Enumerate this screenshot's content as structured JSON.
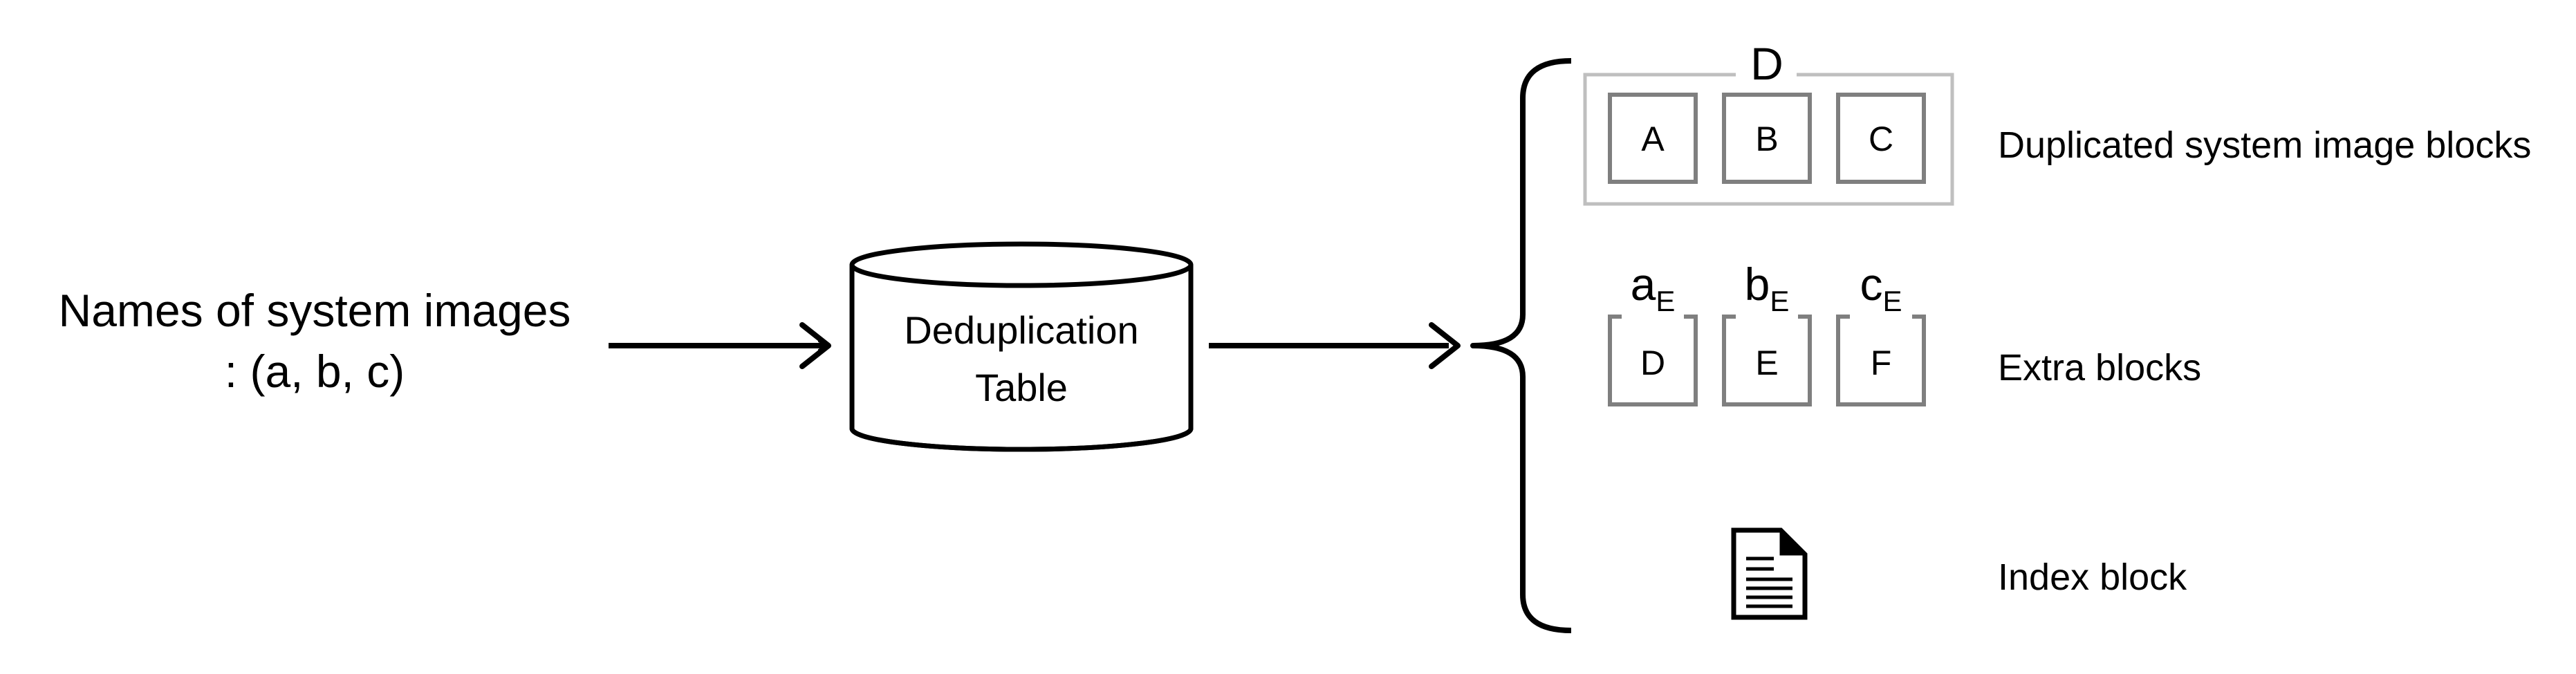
{
  "input": {
    "line1": "Names of system images",
    "line2": ": (a, b, c)"
  },
  "table": {
    "line1": "Deduplication",
    "line2": "Table"
  },
  "group": {
    "label": "D"
  },
  "dup_blocks": [
    "A",
    "B",
    "C"
  ],
  "extra": {
    "groups": [
      {
        "letter": "a",
        "sub": "E",
        "block": "D"
      },
      {
        "letter": "b",
        "sub": "E",
        "block": "E"
      },
      {
        "letter": "c",
        "sub": "E",
        "block": "F"
      }
    ]
  },
  "labels": {
    "dup": "Duplicated system image blocks",
    "extra": "Extra blocks",
    "index": "Index block"
  },
  "icons": {
    "index": "document-icon"
  },
  "colors": {
    "ink": "#000000",
    "block_border": "#7f7f7f",
    "group_border": "#bfbfbf"
  }
}
